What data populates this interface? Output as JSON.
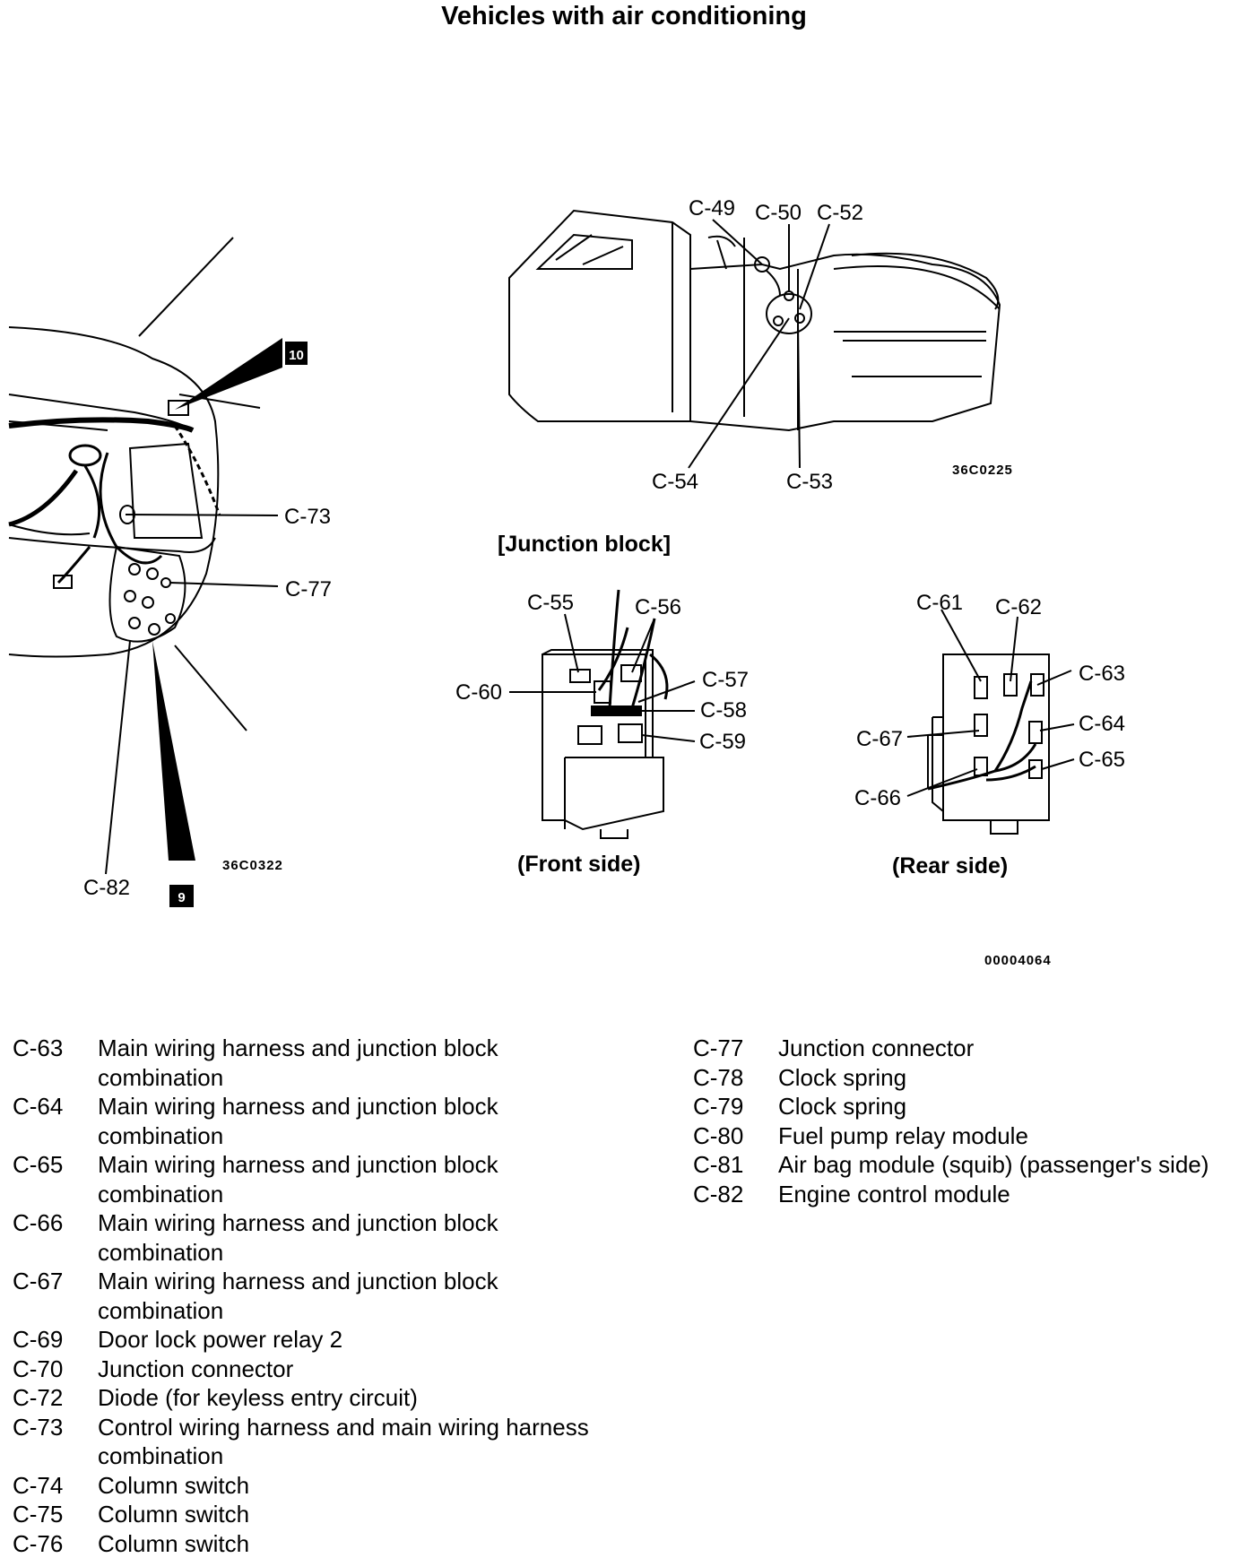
{
  "title": "Vehicles with air conditioning",
  "left_diagram": {
    "labels": {
      "c73": "C-73",
      "c77": "C-77",
      "c82": "C-82"
    },
    "badges": {
      "top": "10",
      "bottom": "9"
    },
    "code": "36C0322"
  },
  "hvac_diagram": {
    "labels": {
      "c49": "C-49",
      "c50": "C-50",
      "c52": "C-52",
      "c54": "C-54",
      "c53": "C-53"
    },
    "code": "36C0225"
  },
  "junction_block": {
    "heading": "[Junction block]",
    "front": {
      "caption": "(Front side)",
      "labels": {
        "c55": "C-55",
        "c56": "C-56",
        "c60": "C-60",
        "c57": "C-57",
        "c58": "C-58",
        "c59": "C-59"
      }
    },
    "rear": {
      "caption": "(Rear side)",
      "labels": {
        "c61": "C-61",
        "c62": "C-62",
        "c63": "C-63",
        "c64": "C-64",
        "c67": "C-67",
        "c65": "C-65",
        "c66": "C-66"
      }
    }
  },
  "figure_code": "00004064",
  "legend_left": [
    {
      "code": "C-63",
      "desc": "Main wiring harness and junction block",
      "desc2": "combination"
    },
    {
      "code": "C-64",
      "desc": "Main wiring harness and junction block",
      "desc2": "combination"
    },
    {
      "code": "C-65",
      "desc": "Main wiring harness and junction block",
      "desc2": "combination"
    },
    {
      "code": "C-66",
      "desc": "Main wiring harness and junction block",
      "desc2": "combination"
    },
    {
      "code": "C-67",
      "desc": "Main wiring harness and junction block",
      "desc2": "combination"
    },
    {
      "code": "C-69",
      "desc": "Door lock power relay 2"
    },
    {
      "code": "C-70",
      "desc": "Junction connector"
    },
    {
      "code": "C-72",
      "desc": "Diode (for keyless entry circuit)"
    },
    {
      "code": "C-73",
      "desc": "Control wiring harness and main wiring harness",
      "desc2": "combination"
    },
    {
      "code": "C-74",
      "desc": "Column switch"
    },
    {
      "code": "C-75",
      "desc": "Column switch"
    },
    {
      "code": "C-76",
      "desc": "Column switch"
    }
  ],
  "legend_right": [
    {
      "code": "C-77",
      "desc": "Junction connector"
    },
    {
      "code": "C-78",
      "desc": "Clock spring"
    },
    {
      "code": "C-79",
      "desc": "Clock spring"
    },
    {
      "code": "C-80",
      "desc": "Fuel pump relay module"
    },
    {
      "code": "C-81",
      "desc": "Air bag module (squib) (passenger's side)"
    },
    {
      "code": "C-82",
      "desc": "Engine control module"
    }
  ]
}
